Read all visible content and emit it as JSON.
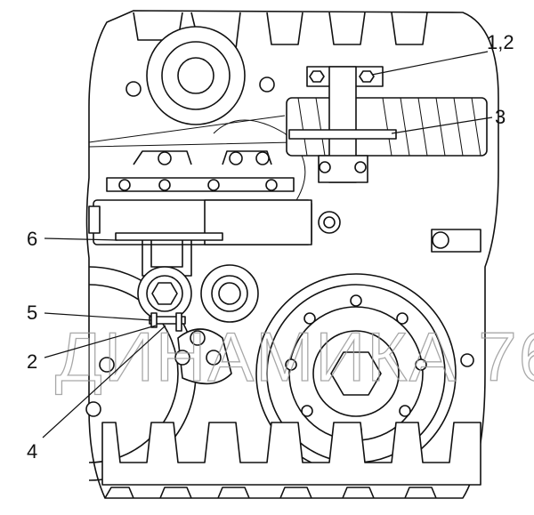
{
  "diagram": {
    "callouts": [
      {
        "id": "c12",
        "label": "1,2"
      },
      {
        "id": "c3",
        "label": "3"
      },
      {
        "id": "c6",
        "label": "6"
      },
      {
        "id": "c5",
        "label": "5"
      },
      {
        "id": "c2",
        "label": "2"
      },
      {
        "id": "c4",
        "label": "4"
      }
    ],
    "watermark": "ДИНАМИКА 76"
  }
}
